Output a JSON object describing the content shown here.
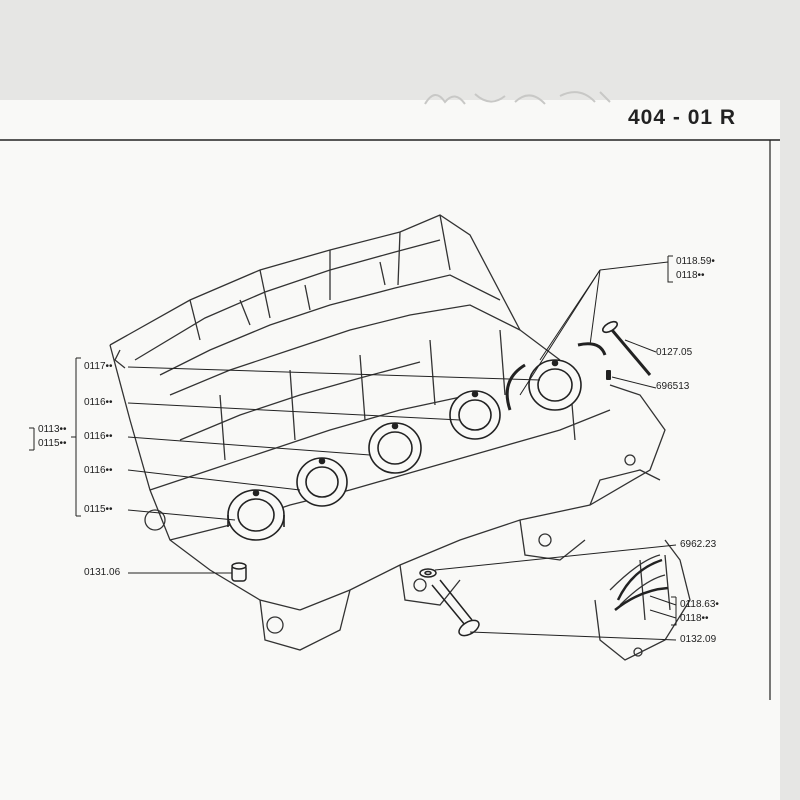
{
  "header": {
    "code": "404 - 01 R",
    "scribble": "handwritten note"
  },
  "labels": {
    "p0118_59": "0118.59•",
    "p0118_a": "0118••",
    "p0127_05": "0127.05",
    "p696513": "696513",
    "p0117": "0117••",
    "p0116_a": "0116••",
    "p0113": "0113••",
    "p0115_a": "0115••",
    "p0116_b": "0116••",
    "p0116_c": "0116••",
    "p0115_b": "0115••",
    "p0131_06": "0131.06",
    "p6962_23": "6962.23",
    "p0118_63": "0118.63•",
    "p0118_b": "0118••",
    "p0132_09": "0132.09"
  },
  "colors": {
    "ink": "#222222",
    "paper": "#f9f9f7",
    "background": "#e6e6e4"
  }
}
